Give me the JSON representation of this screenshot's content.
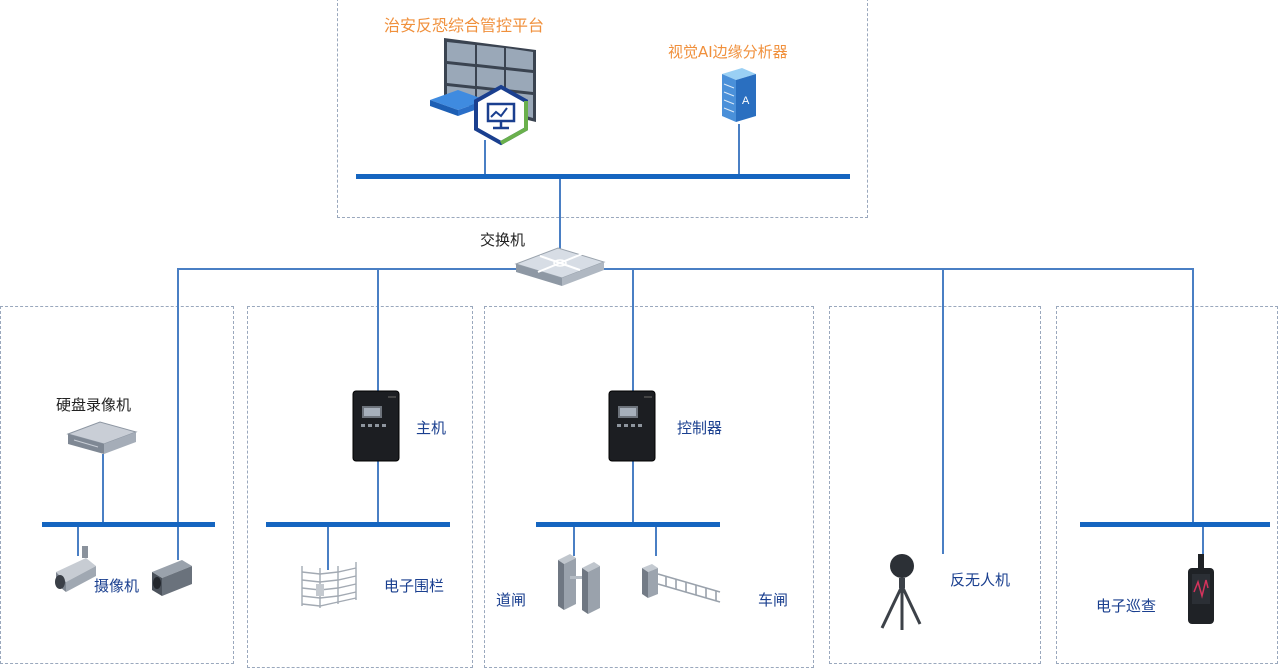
{
  "top": {
    "platform_label": "治安反恐综合管控平台",
    "edge_ai_label": "视觉AI边缘分析器"
  },
  "switch_label": "交换机",
  "sections": {
    "video": {
      "nvr_label": "硬盘录像机",
      "camera_label": "摄像机"
    },
    "fence": {
      "host_label": "主机",
      "fence_label": "电子围栏"
    },
    "gate": {
      "controller_label": "控制器",
      "turnstile_label": "道闸",
      "barrier_label": "车闸"
    },
    "antidrone": {
      "label": "反无人机"
    },
    "patrol": {
      "label": "电子巡查"
    }
  },
  "colors": {
    "bus": "#1565c0",
    "wire": "#4a7fc4",
    "orange_label": "#f0903c",
    "blue_label": "#1a3f8f"
  }
}
